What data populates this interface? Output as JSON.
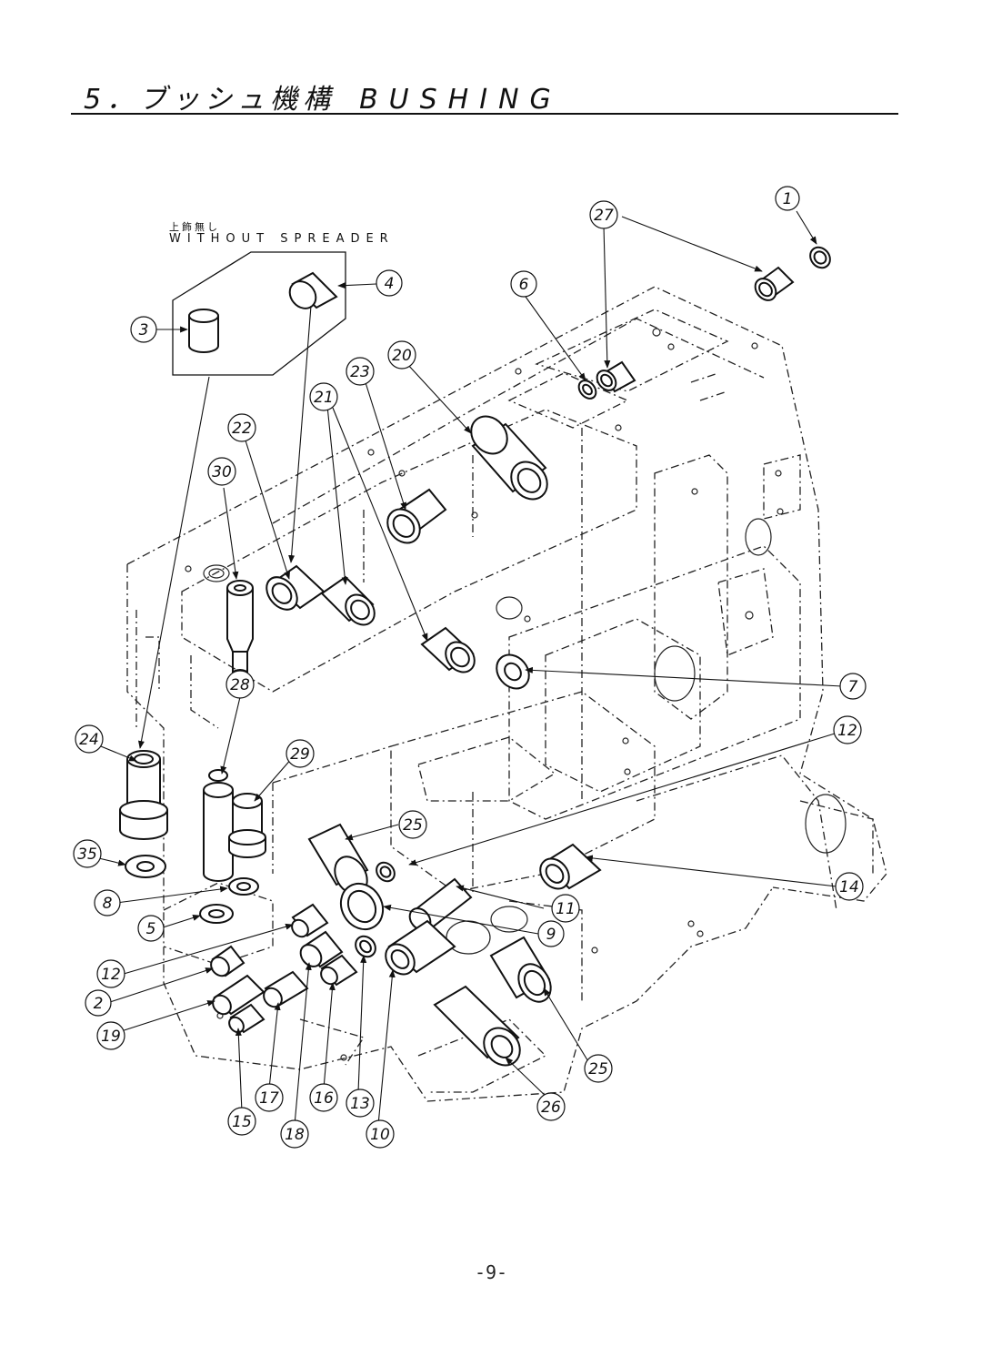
{
  "header": {
    "title_jp": "5．ブッシュ機構",
    "title_en": "BUSHING"
  },
  "variant_note": {
    "jp": "上飾無し",
    "en": "WITHOUT SPREADER"
  },
  "callouts": [
    "1",
    "2",
    "3",
    "4",
    "5",
    "6",
    "7",
    "8",
    "9",
    "10",
    "11",
    "12",
    "12",
    "13",
    "14",
    "15",
    "16",
    "17",
    "18",
    "19",
    "20",
    "21",
    "22",
    "23",
    "24",
    "25",
    "25",
    "26",
    "27",
    "28",
    "29",
    "30",
    "35"
  ],
  "footer": {
    "page_number": "-9-"
  }
}
